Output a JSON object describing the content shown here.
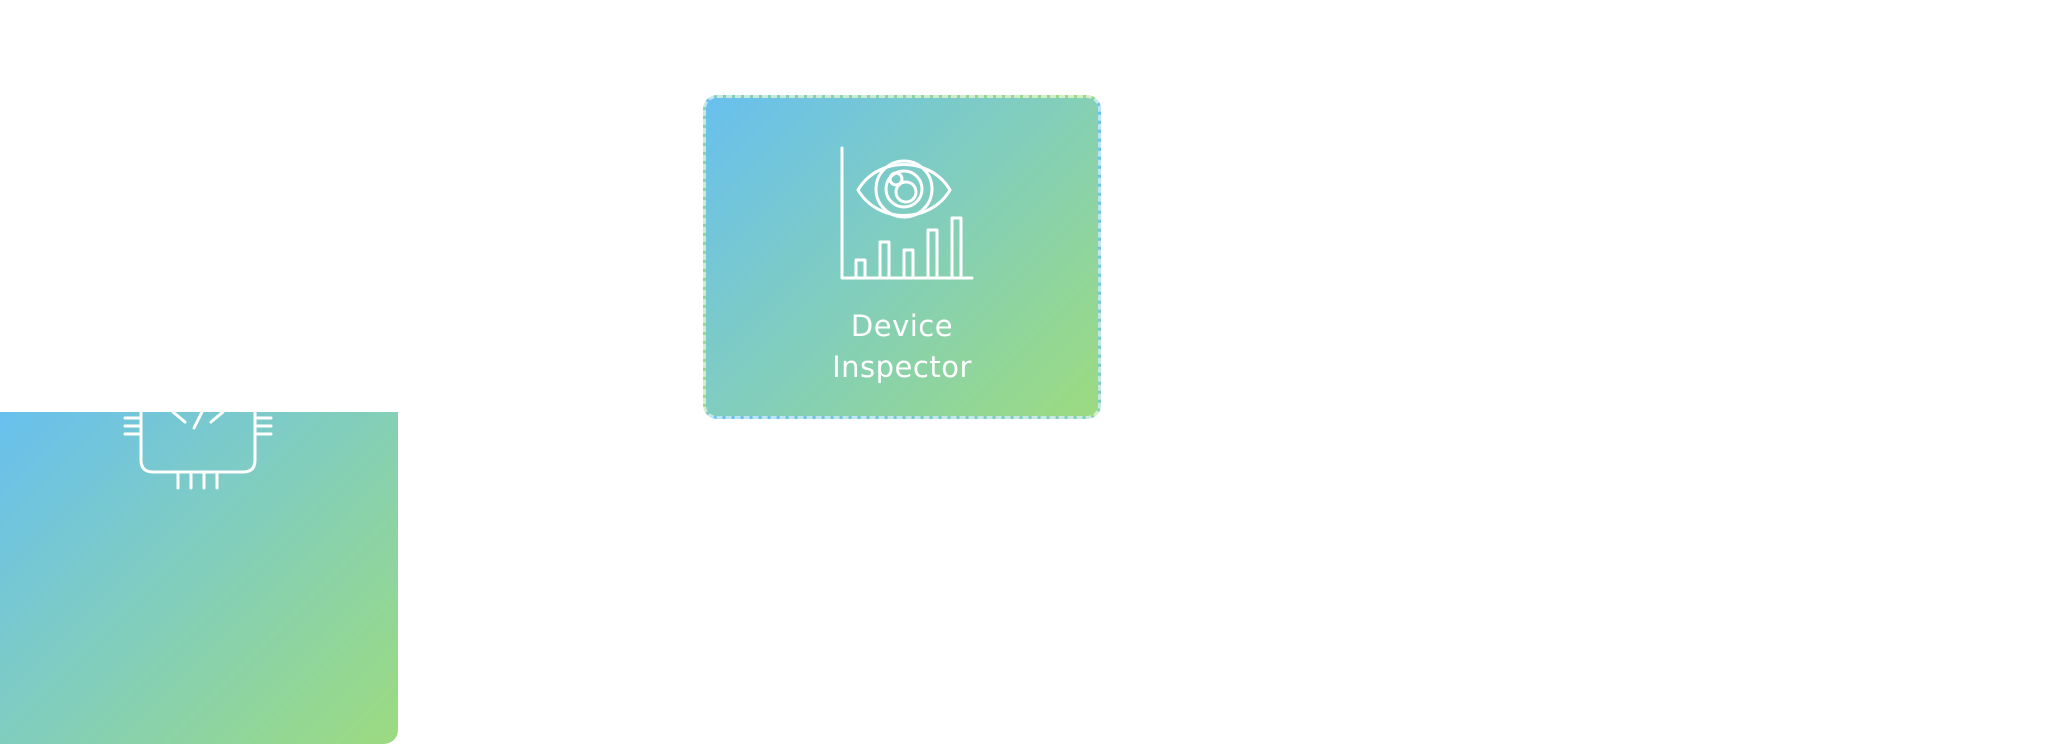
{
  "tiles": [
    {
      "id": "device-inspector",
      "label": "Device\nInspector",
      "icon": "eye-chart-icon"
    },
    {
      "id": "firmware",
      "label": "",
      "icon": "code-chip-icon"
    }
  ],
  "colors": {
    "gradient_start": "#68c0ee",
    "gradient_mid": "#80cdc0",
    "gradient_end": "#9cdb80",
    "icon_stroke": "#ffffff",
    "background": "#ffffff"
  }
}
